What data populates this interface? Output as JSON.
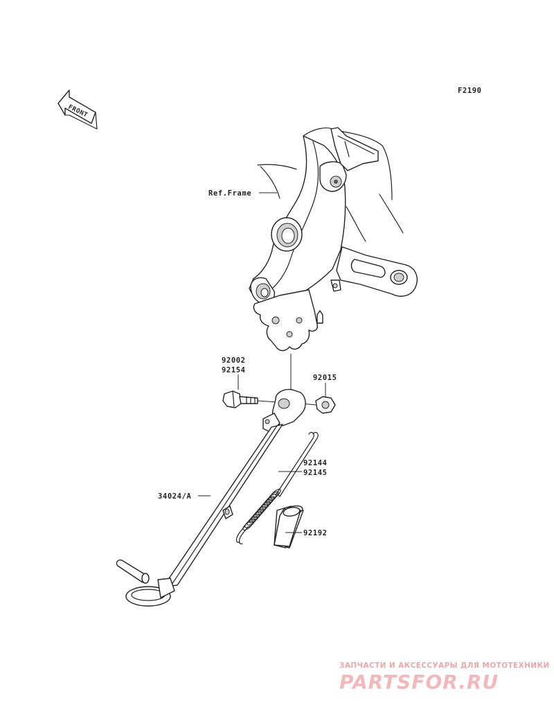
{
  "figure_code": "F2190",
  "front_arrow": {
    "text": "FRONT"
  },
  "labels": {
    "ref_frame": "Ref.Frame",
    "bolt_a": "92002",
    "bolt_b": "92154",
    "nut": "92015",
    "spring_a": "92144",
    "spring_b": "92145",
    "stand": "34024/A",
    "sleeve": "92192"
  },
  "watermark": {
    "line": "ЗАПЧАСТИ И АКСЕССУАРЫ ДЛЯ МОТОТЕХНИКИ",
    "brand": "PARTSFOR.RU"
  }
}
